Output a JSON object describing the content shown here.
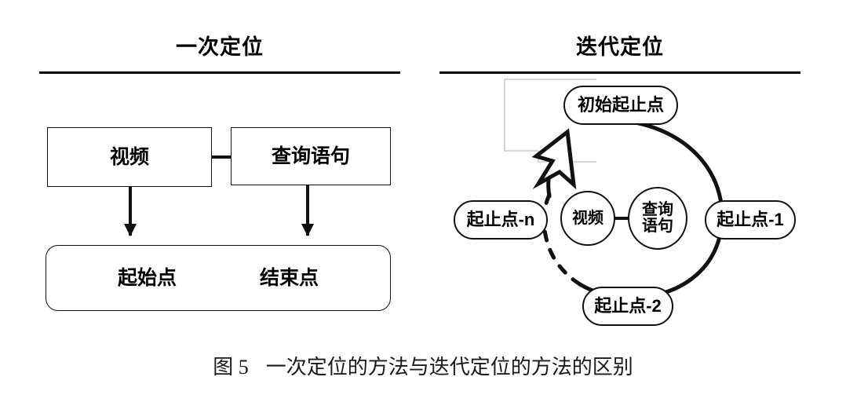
{
  "figure": {
    "caption_label": "图 5",
    "caption_text": "一次定位的方法与迭代定位的方法的区别",
    "background_color": "#ffffff",
    "line_color": "#111111"
  },
  "panels": [
    {
      "id": "one-shot",
      "title": "一次定位",
      "nodes": {
        "video": "视频",
        "query": "查询语句",
        "start_point": "起始点",
        "end_point": "结束点"
      }
    },
    {
      "id": "iterative",
      "title": "迭代定位",
      "nodes": {
        "initial": "初始起止点",
        "boundary_n": "起止点-n",
        "boundary_1": "起止点-1",
        "boundary_2": "起止点-2",
        "video": "视频",
        "query_line1": "查询",
        "query_line2": "语句"
      }
    }
  ]
}
